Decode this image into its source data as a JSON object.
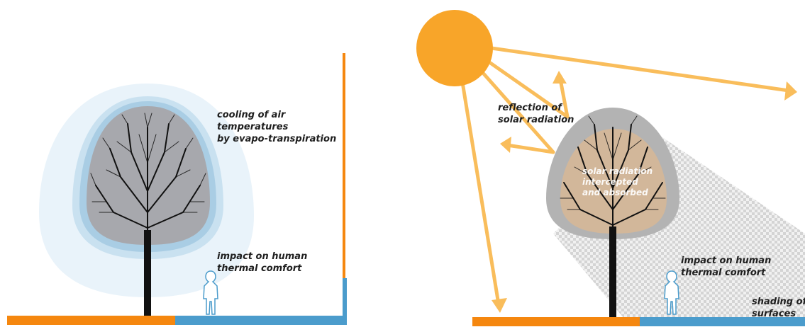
{
  "colors": {
    "orange": "#f5870f",
    "blue": "#4b9ccc",
    "sun": "#f8a529",
    "arrow": "#f9bd5b",
    "cool_outer": "#e9f3fa",
    "cool_mid": "#c9e1f0",
    "cool_inner": "#a9cde4",
    "crown_left": "#a7a8ad",
    "crown_right": "#b3b3b3",
    "absorb": "#d2b79a",
    "trunk": "#111111",
    "label": "#1f1f1f"
  },
  "left_panel": {
    "cooling_label": [
      "cooling of air",
      "temperatures",
      "by evapo-transpiration"
    ],
    "comfort_label": [
      "impact on human",
      "thermal comfort"
    ],
    "icons": {
      "tree": "tree-icon",
      "person": "person-icon"
    }
  },
  "right_panel": {
    "reflection_label": [
      "reflection of",
      "solar radiation"
    ],
    "intercepted_label": [
      "solar radiation",
      "intercepted",
      "and absorbed"
    ],
    "comfort_label": [
      "impact on human",
      "thermal comfort"
    ],
    "shading_label": [
      "shading of",
      "surfaces"
    ],
    "icons": {
      "sun": "sun-icon",
      "tree": "tree-icon",
      "person": "person-icon"
    }
  }
}
